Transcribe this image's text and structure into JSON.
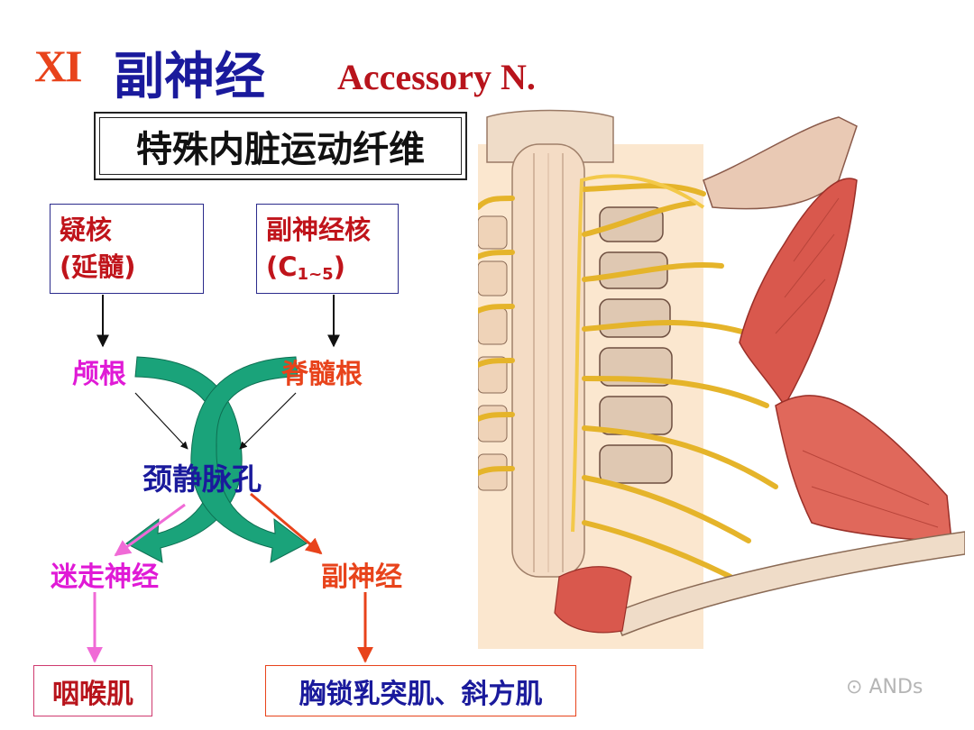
{
  "title": {
    "roman": "XI",
    "chinese": "副神经",
    "english": "Accessory N."
  },
  "fiber_type": "特殊内脏运动纤维",
  "nuclei": {
    "ambiguus": {
      "line1": "疑核",
      "line2": "(延髓)"
    },
    "accessory": {
      "line1": "副神经核",
      "line2_prefix": "(C",
      "line2_sub": "1~5",
      "line2_suffix": ")"
    }
  },
  "roots": {
    "cranial": "颅根",
    "spinal": "脊髓根"
  },
  "foramen": "颈静脉孔",
  "branches": {
    "vagus": "迷走神经",
    "accessory": "副神经"
  },
  "targets": {
    "pharynx": "咽喉肌",
    "muscles": "胸锁乳突肌、斜方肌"
  },
  "watermark": "ANDs",
  "colors": {
    "roman": "#e8431b",
    "title_blue": "#1a1a9c",
    "title_red": "#b8141c",
    "magenta": "#e01ad6",
    "orange_red": "#e8431b",
    "green_arrow": "#1aa37a",
    "pink_arrow": "#f06ad6"
  }
}
